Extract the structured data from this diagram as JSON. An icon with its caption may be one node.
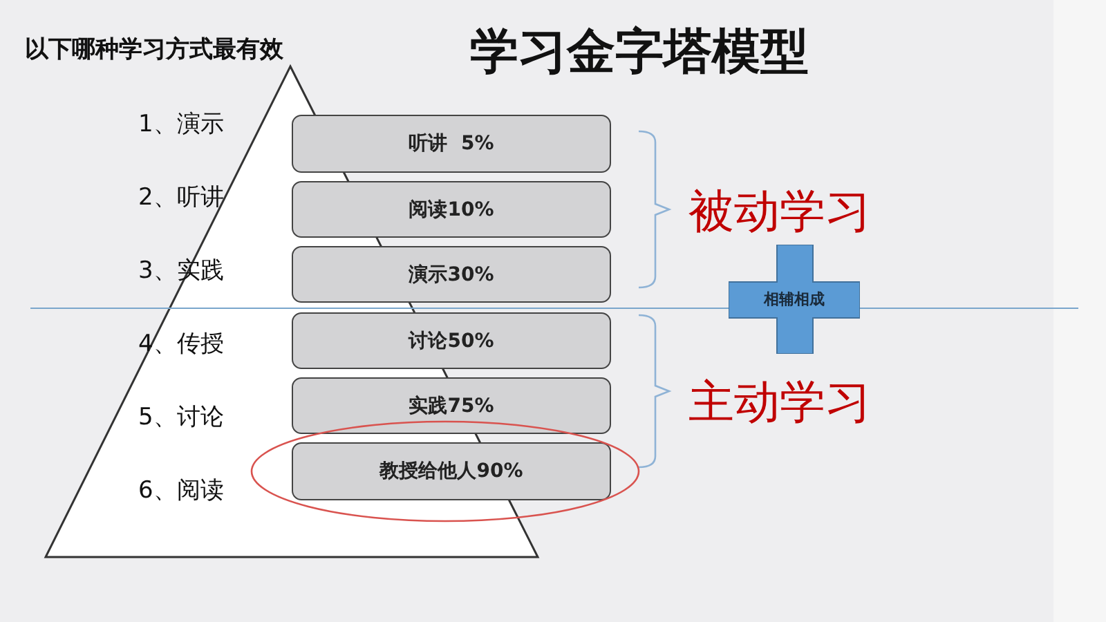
{
  "diagram": {
    "title": "学习金字塔模型",
    "nodes": [
      {
        "text": [
          "听讲  5%"
        ]
      },
      {
        "text": [
          "阅读10%"
        ]
      },
      {
        "text": [
          "演示30%"
        ]
      },
      {
        "text": [
          "讨论50%"
        ]
      },
      {
        "text": [
          "实践75%"
        ]
      },
      {
        "text": [
          "教授给他人90%"
        ]
      },
      {
        "text": [
          "相辅相成"
        ]
      }
    ],
    "labels": [
      "以下哪种学习方式最有效",
      "1、演示",
      "2、听讲",
      "3、实践",
      "4、传授",
      "5、讨论",
      "6、阅读",
      "被动学习",
      "主动学习"
    ]
  }
}
